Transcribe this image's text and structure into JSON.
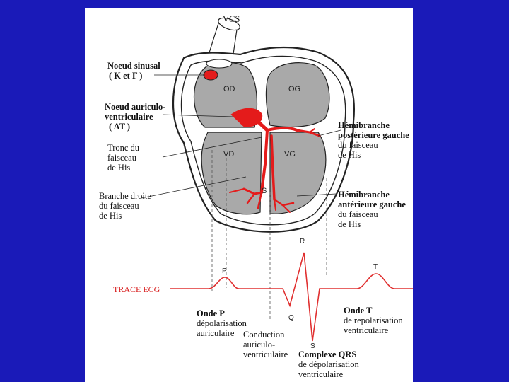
{
  "labels": {
    "vcs": "VCS",
    "noeud_sinusal": "Noeud sinusal",
    "noeud_sinusal_sub": "( K et F )",
    "noeud_av_1": "Noeud auriculo-",
    "noeud_av_2": "ventriculaire",
    "noeud_av_3": "( AT )",
    "tronc_1": "Tronc du",
    "tronc_2": "faisceau",
    "tronc_3": "de His",
    "branche_1": "Branche droite",
    "branche_2": "du faisceau",
    "branche_3": "de His",
    "hemi_post_1": "Hémibranche",
    "hemi_post_2": "postérieure gauche",
    "hemi_post_3": "du faisceau",
    "hemi_post_4": "de His",
    "hemi_ant_1": "Hémibranche",
    "hemi_ant_2": "antérieure gauche",
    "hemi_ant_3": "du faisceau",
    "hemi_ant_4": "de His"
  },
  "chambers": {
    "od": "OD",
    "og": "OG",
    "vd": "VD",
    "vg": "VG",
    "s": "S"
  },
  "ecg": {
    "trace_label": "TRACE ECG",
    "p": "P",
    "q": "Q",
    "r": "R",
    "s": "S",
    "t": "T",
    "onde_p_1": "Onde P",
    "onde_p_2": "dépolarisation",
    "onde_p_3": "auriculaire",
    "conduction_1": "Conduction",
    "conduction_2": "auriculo-",
    "conduction_3": "ventriculaire",
    "qrs_1": "Complexe QRS",
    "qrs_2": "de dépolarisation",
    "qrs_3": "ventriculaire",
    "onde_t_1": "Onde T",
    "onde_t_2": "de repolarisation",
    "onde_t_3": "ventriculaire"
  },
  "colors": {
    "background": "#1a1ab8",
    "panel": "#ffffff",
    "conduction_red": "#e41b1b",
    "chamber_gray": "#a9a9a9",
    "ecg_red": "#e03030"
  }
}
